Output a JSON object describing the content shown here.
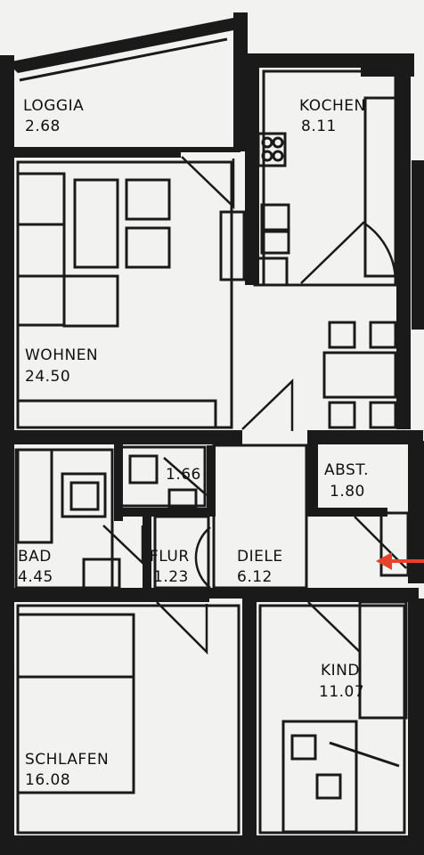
{
  "rooms": [
    {
      "id": "loggia",
      "name": "LOGGIA",
      "area": "2.68"
    },
    {
      "id": "kochen",
      "name": "KOCHEN",
      "area": "8.11"
    },
    {
      "id": "wohnen",
      "name": "WOHNEN",
      "area": "24.50"
    },
    {
      "id": "wc",
      "name": "",
      "area": "1.66"
    },
    {
      "id": "abst",
      "name": "ABST.",
      "area": "1.80"
    },
    {
      "id": "bad",
      "name": "BAD",
      "area": "4.45"
    },
    {
      "id": "flur",
      "name": "FLUR",
      "area": "1.23"
    },
    {
      "id": "diele",
      "name": "DIELE",
      "area": "6.12"
    },
    {
      "id": "kind",
      "name": "KIND",
      "area": "11.07"
    },
    {
      "id": "schlafen",
      "name": "SCHLAFEN",
      "area": "16.08"
    }
  ],
  "colors": {
    "wall": "#1a1a1a",
    "paper": "#f2f2f0",
    "entrance_arrow": "#e8422a"
  },
  "icons": {
    "entrance": "arrow-left-icon"
  }
}
